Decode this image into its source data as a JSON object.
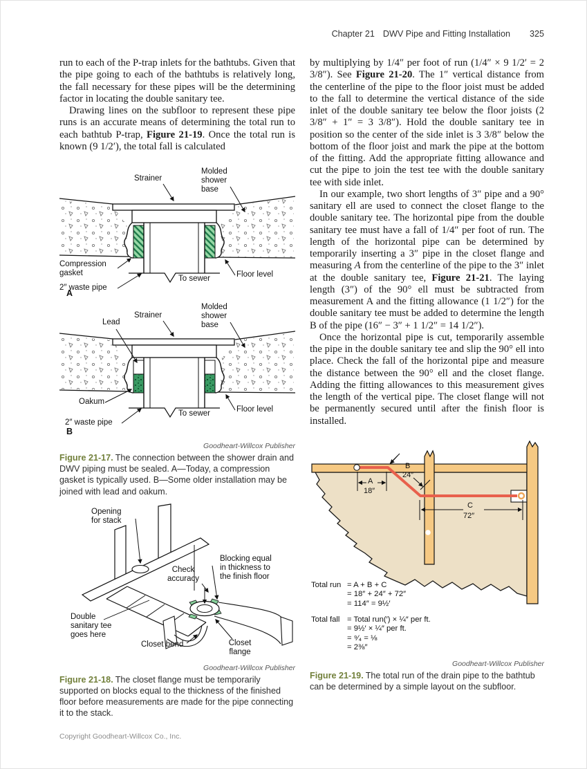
{
  "header": {
    "chapter": "Chapter 21",
    "title": "DWV Pipe and Fitting Installation",
    "page": "325"
  },
  "footer": {
    "copyright": "Copyright Goodheart-Willcox Co., Inc."
  },
  "colors": {
    "caption_green": "#72803b",
    "gasket_green": "#97d8a6",
    "oakum_green": "#3a9a63",
    "blocking_green": "#86cf9a",
    "wood": "#f6c983",
    "subfloor": "#ede0c6",
    "pipe_red": "#e8604c"
  },
  "left_column": {
    "para1": "run to each of the P-trap inlets for the bathtubs. Given that the pipe going to each of the bathtubs is relatively long, the fall necessary for these pipes will be the determining factor in locating the double sanitary tee.",
    "para2": {
      "pre": "Drawing lines on the subfloor to represent these pipe runs is an accurate means of determining the total run to each bathtub P-trap, ",
      "bold": "Figure 21-19",
      "post": ". Once the total run is known (9 1/2′), the total fall is calculated"
    },
    "fig17": {
      "labels_a": {
        "strainer": "Strainer",
        "molded": "Molded\nshower\nbase",
        "gasket": "Compression\ngasket",
        "waste_pipe": "2″ waste pipe",
        "floor": "Floor level",
        "sewer": "To sewer",
        "panel": "A"
      },
      "labels_b": {
        "lead": "Lead",
        "strainer": "Strainer",
        "molded": "Molded\nshower\nbase",
        "oakum": "Oakum",
        "waste_pipe": "2″ waste pipe",
        "floor": "Floor level",
        "sewer": "To sewer",
        "panel": "B"
      },
      "credit": "Goodheart-Willcox Publisher",
      "caption_label": "Figure 21-17.",
      "caption_text": "The connection between the shower drain and DWV piping must be sealed. A—Today, a compression gasket is typically used. B—Some older installation may be joined with lead and oakum."
    },
    "fig18": {
      "labels": {
        "opening": "Opening\nfor stack",
        "check": "Check\naccuracy",
        "blocking": "Blocking equal\nin thickness to\nthe finish floor",
        "double_tee": "Double\nsanitary tee\ngoes here",
        "closet_bend": "Closet bend",
        "closet_flange": "Closet\nflange"
      },
      "credit": "Goodheart-Willcox Publisher",
      "caption_label": "Figure 21-18.",
      "caption_text": "The closet flange must be temporarily supported on blocks equal to the thickness of the finished floor before measurements are made for the pipe connecting it to the stack."
    }
  },
  "right_column": {
    "para1": {
      "pre": "by multiplying by 1/4″ per foot of run (1/4″ × 9 1/2′ = 2 3/8″). See ",
      "bold": "Figure 21-20",
      "post": ". The 1″ vertical distance from the centerline of the pipe to the floor joist must be added to the fall to determine the vertical distance of the side inlet of the double sanitary tee below the floor joists (2 3/8″ + 1″ = 3 3/8″). Hold the double sanitary tee in position so the center of the side inlet is 3 3/8″ below the bottom of the floor joist and mark the pipe at the bottom of the fitting. Add the appropriate fitting allowance and cut the pipe to join the test tee with the double sanitary tee with side inlet."
    },
    "para2": {
      "pre": "In our example, two short lengths of 3″ pipe and a 90° sanitary ell are used to connect the closet flange to the double sanitary tee. The horizontal pipe from the double sanitary tee must have a fall of 1/4″ per foot of run. The length of the horizontal pipe can be determined by temporarily inserting a 3″ pipe in the closet flange and measuring ",
      "italic": "A",
      "mid": " from the centerline of the pipe to the 3″ inlet at the double sanitary tee, ",
      "bold": "Figure 21-21",
      "post": ". The laying length (3″) of the 90° ell must be subtracted from measurement A and the fitting allowance (1 1/2″) for the double sanitary tee must be added to determine the length B of the pipe (16″ − 3″ + 1 1/2″ = 14 1/2″)."
    },
    "para3": "Once the horizontal pipe is cut, temporarily assemble the pipe in the double sanitary tee and slip the 90° ell into place. Check the fall of the horizontal pipe and measure the distance between the 90° ell and the closet flange. Adding the fitting allowances to this measurement gives the length of the vertical pipe. The closet flange will not be permanently secured until after the finish floor is installed.",
    "fig19": {
      "dims": {
        "a": "A",
        "a_val": "18″",
        "b": "B",
        "b_val": "24″",
        "c": "C",
        "c_val": "72″"
      },
      "calc": {
        "run_label": "Total run",
        "run_l1": "= A  + B + C",
        "run_l2": "= 18″ + 24″ + 72″",
        "run_l3": "= 114″ = 9½′",
        "fall_label": "Total fall",
        "fall_l1": "= Total run(′) × ¼″ per ft.",
        "fall_l2": "= 9½′ × ¼″ per ft.",
        "fall_l3": "= ⁹⁄₄ = ⅛",
        "fall_l4": "= 2⅜″"
      },
      "credit": "Goodheart-Willcox Publisher",
      "caption_label": "Figure 21-19.",
      "caption_text": "The total run of the drain pipe to the bathtub can be determined by a simple layout on the subfloor."
    }
  }
}
